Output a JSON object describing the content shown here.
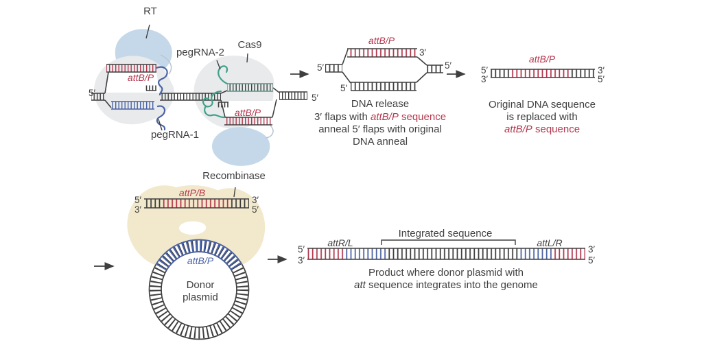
{
  "colors": {
    "red": "#b5374e",
    "blue": "#4a63a5",
    "green": "#3fa089",
    "dark": "#3f3f3f",
    "cas9": "#e8eaec",
    "rt": "#c5d8e9",
    "recombinase": "#f2e9cc"
  },
  "symbols": {
    "five_prime": "5′",
    "three_prime": "3′"
  },
  "top": {
    "complex": {
      "rt": "RT",
      "pegrna2": "pegRNA-2",
      "cas9": "Cas9",
      "pegrna1": "pegRNA-1",
      "attbp_flap_left": "attB/P",
      "attbp_flap_right": "attB/P"
    },
    "release": {
      "attbp": "attB/P",
      "line1": "DNA release",
      "line2_pre": "3′ flaps with ",
      "line2_att": "attB/P",
      "line2_post": " sequence",
      "line3": "anneal 5′ flaps with original",
      "line4": "DNA anneal"
    },
    "replaced": {
      "attbp": "attB/P",
      "line1": "Original DNA sequence",
      "line2": "is replaced with",
      "line3_att": "attB/P",
      "line3_post": " sequence"
    }
  },
  "bottom": {
    "recombination": {
      "recombinase": "Recombinase",
      "attpb": "attP/B",
      "attbp": "attB/P",
      "donor1": "Donor",
      "donor2": "plasmid"
    },
    "product": {
      "bracket_label": "Integrated sequence",
      "attrl": "attR/L",
      "attlr": "attL/R",
      "line1": "Product where donor plasmid with",
      "line2_italic": "att",
      "line2_rest": " sequence integrates into the genome"
    }
  }
}
